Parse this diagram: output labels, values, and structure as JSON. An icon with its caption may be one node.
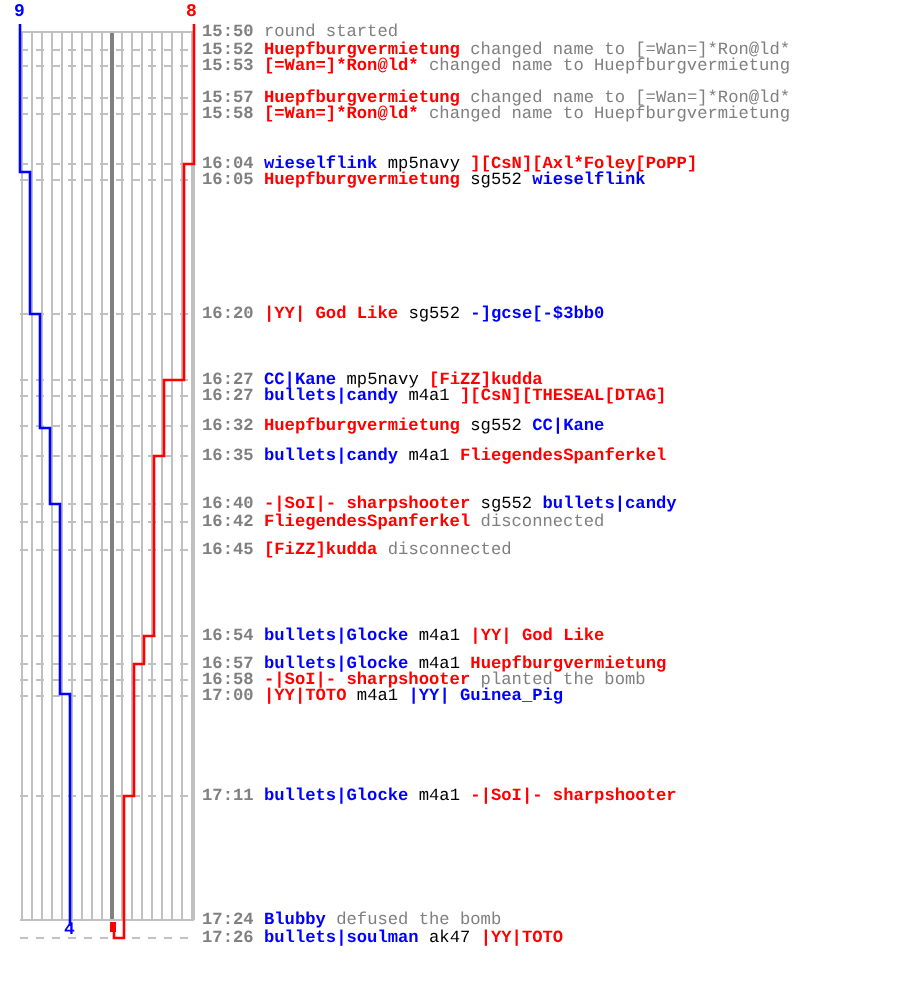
{
  "diagram": {
    "labels": [
      "9",
      "8",
      "15:50",
      "round started",
      "15:52",
      "Huepfburgvermietung",
      "changed name to [=Wan=]*Ron@ld*",
      "15:53",
      "[=Wan=]*Ron@ld*",
      "changed name to Huepfburgvermietung",
      "15:57",
      "Huepfburgvermietung",
      "changed name to [=Wan=]*Ron@ld*",
      "15:58",
      "[=Wan=]*Ron@ld*",
      "changed name to Huepfburgvermietung",
      "16:04",
      "wieselflink",
      "mp5navy",
      "][CsN][Axl*Foley[PoPP]",
      "16:05",
      "Huepfburgvermietung",
      "sg552",
      "wieselflink",
      "16:20",
      "|YY| God Like",
      "sg552",
      "-]gcse[-$3bb0",
      "16:27",
      "CC|Kane",
      "mp5navy",
      "[FiZZ]kudda",
      "16:27",
      "bullets|candy",
      "m4a1",
      "][CsN][THESEAL[DTAG]",
      "16:32",
      "Huepfburgvermietung",
      "sg552",
      "CC|Kane",
      "16:35",
      "bullets|candy",
      "m4a1",
      "FliegendesSpanferkel",
      "16:40",
      "-|SoI|- sharpshooter",
      "sg552",
      "bullets|candy",
      "16:42",
      "FliegendesSpanferkel",
      "disconnected",
      "16:45",
      "[FiZZ]kudda",
      "disconnected",
      "16:54",
      "bullets|Glocke",
      "m4a1",
      "|YY| God Like",
      "16:57",
      "bullets|Glocke",
      "m4a1",
      "Huepfburgvermietung",
      "16:58",
      "-|SoI|- sharpshooter",
      "planted the bomb",
      "17:00",
      "|YY|TOTO",
      "m4a1",
      "|YY| Guinea_Pig",
      "17:11",
      "bullets|Glocke",
      "m4a1",
      "-|SoI|- sharpshooter",
      "17:24",
      "Blubby",
      "defused the bomb",
      "17:26",
      "bullets|soulman",
      "ak47",
      "|YY|TOTO",
      "4"
    ]
  }
}
